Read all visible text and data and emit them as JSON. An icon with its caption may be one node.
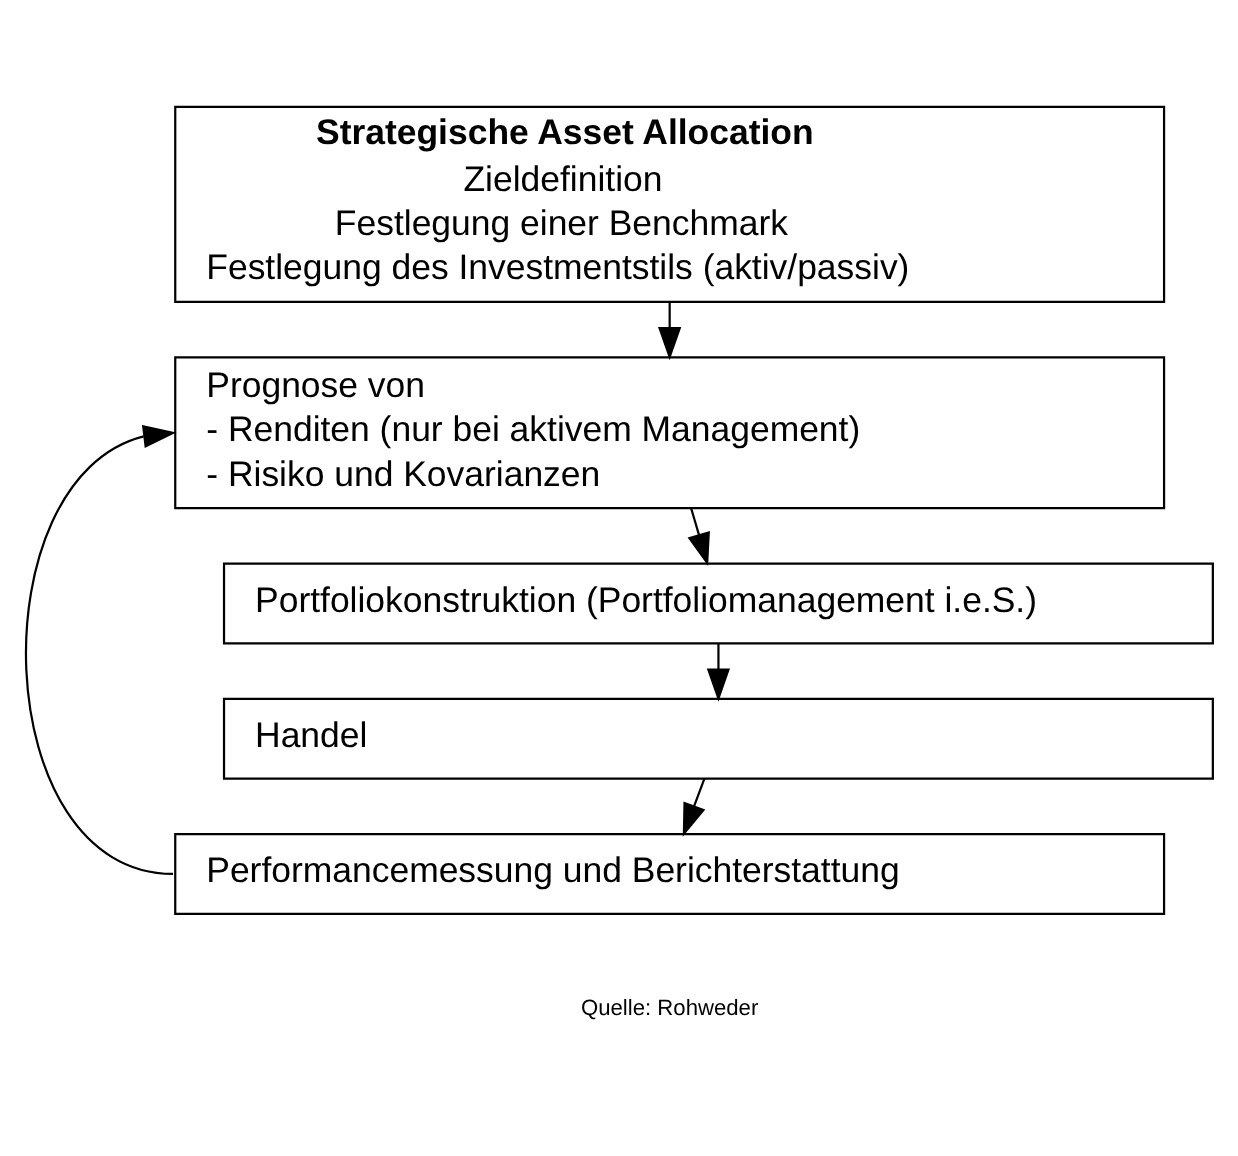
{
  "diagram": {
    "nodes": [
      {
        "text": [
          "Strategische Asset Allocation",
          "Zieldefinition",
          "Festlegung einer Benchmark",
          "Festlegung des Investmentstils (aktiv/passiv)"
        ]
      },
      {
        "text": [
          "Prognose von",
          "- Renditen (nur bei aktivem Management)",
          "- Risiko und Kovarianzen"
        ]
      },
      {
        "text": [
          "Portfoliokonstruktion (Portfoliomanagement i.e.S.)"
        ]
      },
      {
        "text": [
          "Handel"
        ]
      },
      {
        "text": [
          "Performancemessung und Berichterstattung"
        ]
      }
    ],
    "edges": [
      {
        "from": 0,
        "to": 1,
        "arrow": "to"
      },
      {
        "from": 1,
        "to": 2,
        "arrow": "to"
      },
      {
        "from": 2,
        "to": 3,
        "arrow": "to"
      },
      {
        "from": 3,
        "to": 4,
        "arrow": "to"
      },
      {
        "from": 4,
        "to": 1,
        "arrow": "to"
      }
    ],
    "labels": [
      "Quelle: Rohweder"
    ]
  }
}
